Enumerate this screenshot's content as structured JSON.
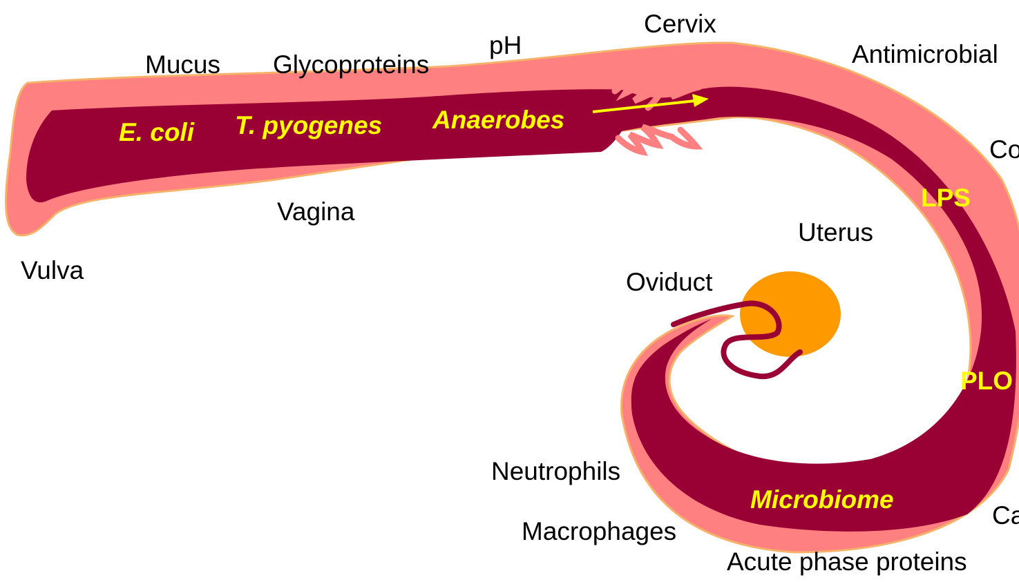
{
  "colors": {
    "tract_outer": "#ff8080",
    "tract_outer_edge": "#f7b26a",
    "tract_inner": "#990033",
    "ovary": "#ff9900",
    "highlight_text": "#ffff00",
    "label_text": "#000000",
    "background": "#ffffff"
  },
  "anatomy_labels": {
    "cervix": "Cervix",
    "vagina": "Vagina",
    "vulva": "Vulva",
    "uterus": "Uterus",
    "oviduct": "Oviduct"
  },
  "defense_labels": {
    "mucus": "Mucus",
    "glycoproteins": "Glycoproteins",
    "ph": "pH",
    "antimicrobial": "Antimicrobial",
    "co": "Co",
    "ca": "Ca",
    "neutrophils": "Neutrophils",
    "macrophages": "Macrophages",
    "acute_phase_proteins": "Acute phase proteins"
  },
  "microbe_labels": {
    "e_coli": "E. coli",
    "t_pyogenes": "T. pyogenes",
    "anaerobes": "Anaerobes",
    "lps": "LPS",
    "plo": "PLO",
    "microbiome": "Microbiome"
  }
}
